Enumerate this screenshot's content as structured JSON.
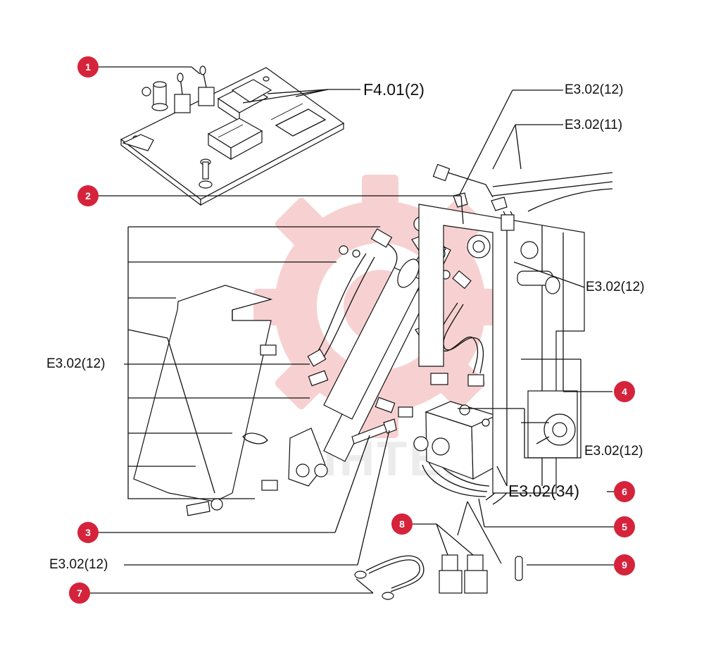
{
  "colors": {
    "badge": "#d5233b",
    "watermark": "#f6c9c9",
    "line": "#111111"
  },
  "watermark": {
    "icon": "gear-logo-watermark",
    "text": "VIHTEX"
  },
  "callouts": [
    {
      "number": "1"
    },
    {
      "number": "2"
    },
    {
      "number": "3"
    },
    {
      "number": "4"
    },
    {
      "number": "5"
    },
    {
      "number": "6"
    },
    {
      "number": "7"
    },
    {
      "number": "8"
    },
    {
      "number": "9"
    }
  ],
  "references": {
    "f4_01_2": "F4.01(2)",
    "e3_02_12_top": "E3.02(12)",
    "e3_02_11": "E3.02(11)",
    "e3_02_12_right_upper": "E3.02(12)",
    "e3_02_12_left": "E3.02(12)",
    "e3_02_12_right_lower": "E3.02(12)",
    "e3_02_34": "E3.02(34)",
    "e3_02_12_bottom": "E3.02(12)"
  }
}
